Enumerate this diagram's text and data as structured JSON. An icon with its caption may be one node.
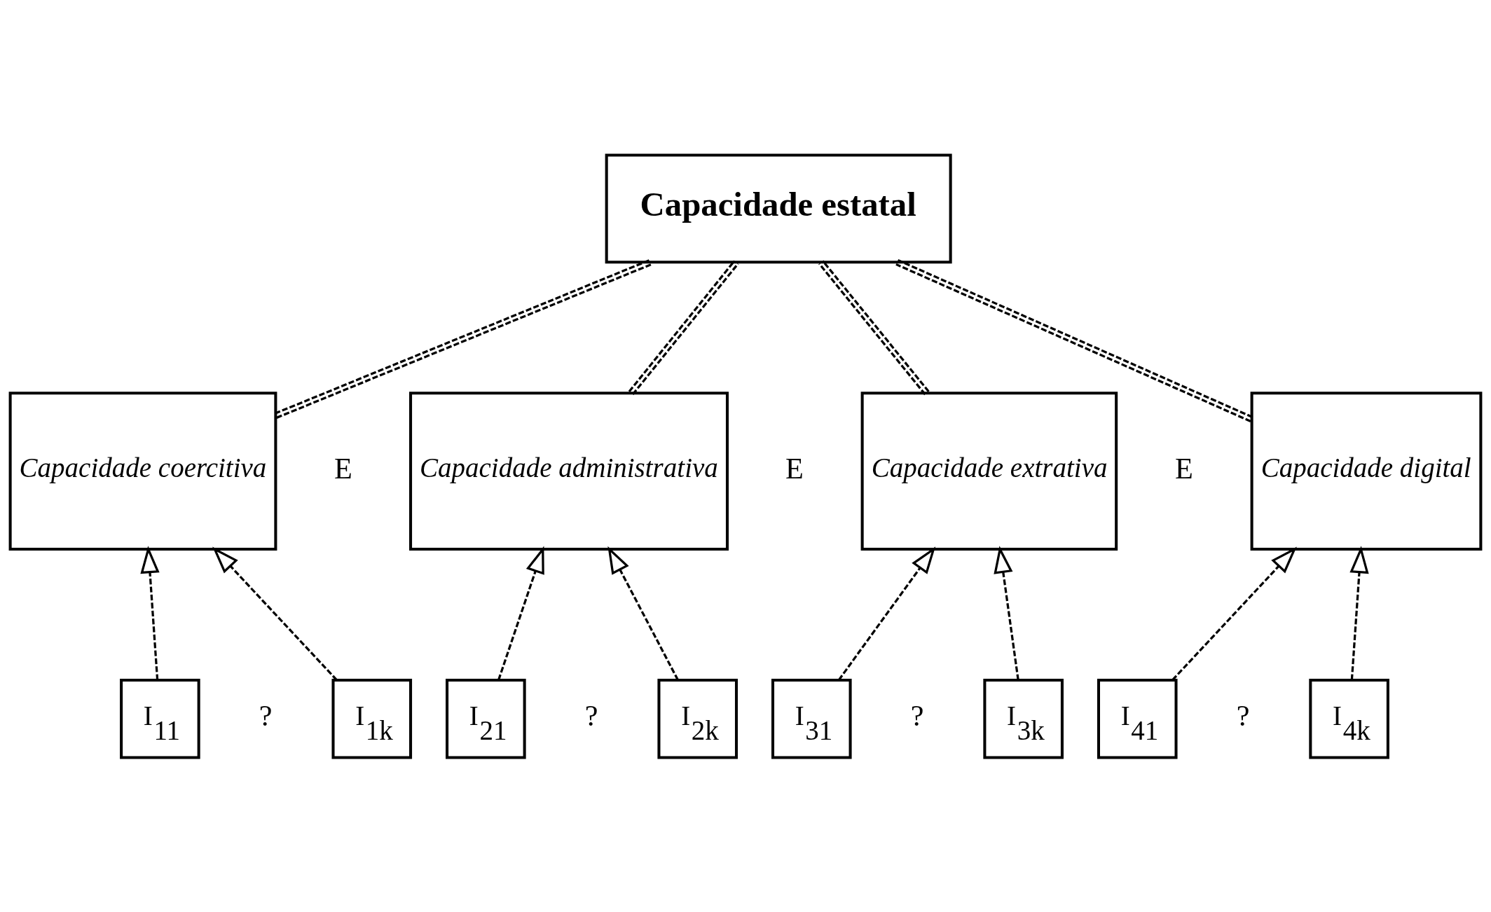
{
  "diagram": {
    "nodes": [
      {
        "text": [
          "Capacidade estatal"
        ]
      },
      {
        "text": [
          "Capacidade coercitiva"
        ]
      },
      {
        "text": [
          "Capacidade administrativa"
        ]
      },
      {
        "text": [
          "Capacidade extrativa"
        ]
      },
      {
        "text": [
          "Capacidade digital"
        ]
      },
      {
        "text": [
          "I$_{11}$"
        ]
      },
      {
        "text": [
          "I$_{1k}$"
        ]
      },
      {
        "text": [
          "I$_{21}$"
        ]
      },
      {
        "text": [
          "I$_{2k}$"
        ]
      },
      {
        "text": [
          "I$_{31}$"
        ]
      },
      {
        "text": [
          "I$_{3k}$"
        ]
      },
      {
        "text": [
          "I$_{41}$"
        ]
      },
      {
        "text": [
          "I$_{4k}$"
        ]
      }
    ],
    "edges": [
      {
        "from": 1,
        "to": 0,
        "arrow": "none",
        "style": "dashed"
      },
      {
        "from": 2,
        "to": 0,
        "arrow": "none",
        "style": "dashed"
      },
      {
        "from": 3,
        "to": 0,
        "arrow": "none",
        "style": "dashed"
      },
      {
        "from": 4,
        "to": 0,
        "arrow": "none",
        "style": "dashed"
      },
      {
        "from": 5,
        "to": 1,
        "arrow": "to",
        "style": "dashed"
      },
      {
        "from": 6,
        "to": 1,
        "arrow": "to",
        "style": "dashed"
      },
      {
        "from": 7,
        "to": 2,
        "arrow": "to",
        "style": "dashed"
      },
      {
        "from": 8,
        "to": 2,
        "arrow": "to",
        "style": "dashed"
      },
      {
        "from": 9,
        "to": 3,
        "arrow": "to",
        "style": "dashed"
      },
      {
        "from": 10,
        "to": 3,
        "arrow": "to",
        "style": "dashed"
      },
      {
        "from": 11,
        "to": 4,
        "arrow": "to",
        "style": "dashed"
      },
      {
        "from": 12,
        "to": 4,
        "arrow": "to",
        "style": "dashed"
      }
    ],
    "labels": [
      "E",
      "E",
      "E",
      "?",
      "?",
      "?",
      "?"
    ]
  }
}
